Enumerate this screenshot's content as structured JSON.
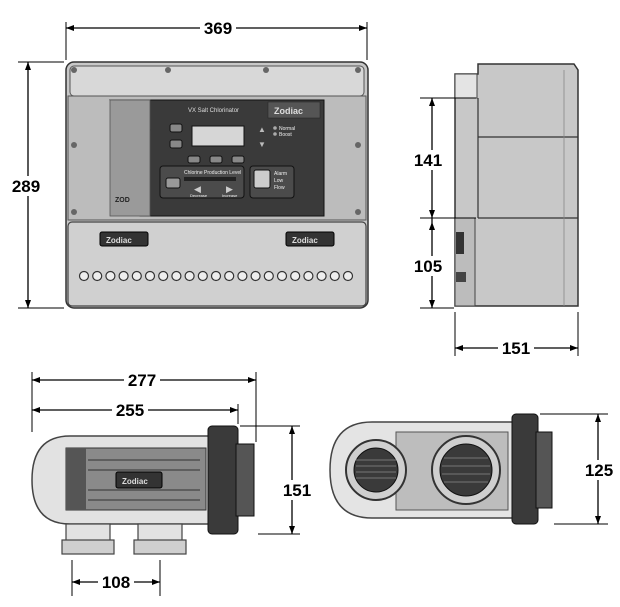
{
  "dimensions": {
    "front_width": "369",
    "front_height": "289",
    "side_upper": "141",
    "side_lower": "105",
    "side_depth": "151",
    "cell_total_length": "277",
    "cell_length": "255",
    "cell_height": "151",
    "cell_port_spacing": "108",
    "cell_end_height": "125"
  },
  "panel": {
    "title": "VX Salt Chlorinator",
    "brand": "Zodiac",
    "led_labels": [
      "Normal",
      "Boost"
    ],
    "sub_title": "Chlorine Production Level",
    "arrow_left_label": "Decrease",
    "arrow_right_label": "Increase",
    "right_labels": [
      "Alarm",
      "Low",
      "Flow"
    ],
    "badge_left": "Zodiac",
    "badge_right": "Zodiac",
    "corner_logo": "ZOD"
  },
  "cell": {
    "badge": "Zodiac"
  },
  "colors": {
    "body": "#c8c8c8",
    "dark_panel": "#2f2f2f"
  }
}
